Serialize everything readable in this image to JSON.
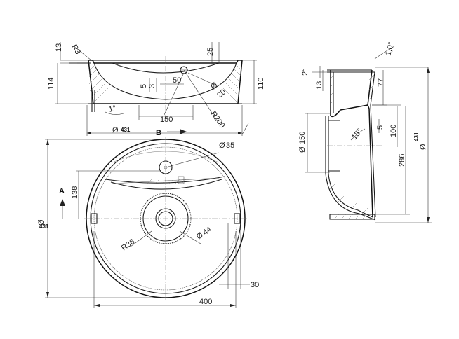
{
  "front_view": {
    "labels": {
      "thickness_13": "13",
      "radius_r3": "R3",
      "depth_25": "25",
      "height_114": "114",
      "height_110": "110",
      "dim_5": "5",
      "dim_3": "3",
      "dim_50": "50",
      "hole_dia_20": "20",
      "radius_r200": "R200",
      "width_150": "150",
      "slope_1deg": "1°",
      "overall_dia_431": "431",
      "section_b": "B"
    }
  },
  "side_view": {
    "labels": {
      "slope_1deg": "1,0°",
      "angle_2deg": "2°",
      "thickness_13": "13",
      "dim_77": "77",
      "drain_dia_150": "150",
      "angle_15deg": "15°",
      "dim_5": "5",
      "dim_100": "100",
      "dim_286": "286",
      "overall_dia_431": "431"
    }
  },
  "top_view": {
    "labels": {
      "tap_hole_dia_35": "35",
      "section_a": "A",
      "dim_138": "138",
      "overall_dia_431": "431",
      "radius_r36": "R36",
      "drain_dia_44": "44",
      "rim_30": "30",
      "width_400": "400"
    }
  },
  "symbols": {
    "diameter": "Ø"
  }
}
